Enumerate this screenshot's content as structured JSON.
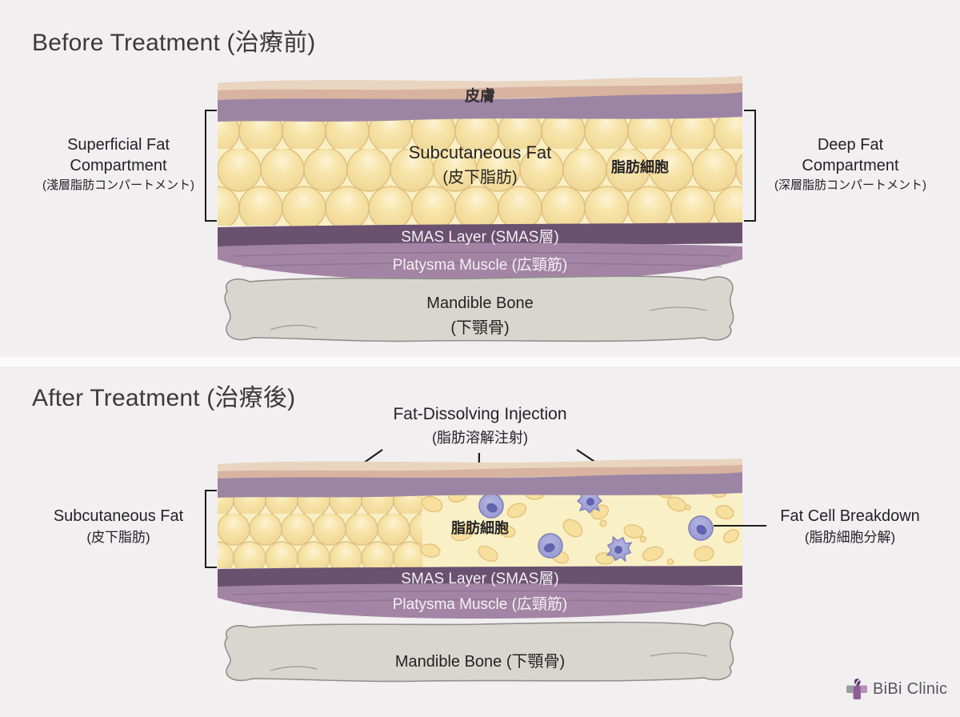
{
  "colors": {
    "page_bg": "#fcfbfb",
    "panel_bg": "#f1eff0",
    "title": "#3b393a",
    "label": "#242225",
    "ink": "#1c1c1c",
    "white_text": "#f5f0f5",
    "skin_tan": "#d7b3a0",
    "skin_tan_light": "#e9d5bf",
    "dermis": "#9c85a4",
    "fat_bg": "#f9f0c5",
    "fat_cell_hi": "#fdf4d6",
    "fat_cell": "#f7e4a8",
    "fat_cell_deep": "#efd694",
    "fat_cell_edge": "#e2c183",
    "smas": "#6a5170",
    "platysma": "#a384a4",
    "platysma_streak": "#815f83",
    "bone": "#d8d7cf",
    "bone_edge": "#908f8a",
    "immune": "#999bd1",
    "immune_hi": "#b3b4de",
    "immune_edge": "#7a7cc0",
    "immune_nucleus": "#6163ae",
    "blob": "#f7df9e",
    "blob_edge": "#e4bf77",
    "logo_text": "#56565b",
    "logo_gray": "#9b9ba3",
    "logo_mauve": "#b78fba",
    "logo_purple": "#8f5d95",
    "logo_dark": "#5f3f66"
  },
  "before": {
    "title": "Before Treatment (治療前)",
    "left_label": {
      "l1": "Superficial Fat",
      "l2": "Compartment",
      "l3": "(淺層脂肪コンパートメント)"
    },
    "right_label": {
      "l1": "Deep Fat",
      "l2": "Compartment",
      "l3": "(深層脂肪コンパートメント)"
    },
    "skin_label": "皮膚",
    "fat_label": {
      "l1": "Subcutaneous Fat",
      "l2": "(皮下脂肪)"
    },
    "fat_cell_label": "脂肪細胞",
    "smas_label": "SMAS Layer (SMAS層)",
    "platysma_label": "Platysma Muscle (広頸筋)",
    "bone_label": {
      "l1": "Mandible Bone",
      "l2": "(下顎骨)"
    }
  },
  "after": {
    "title": "After Treatment (治療後)",
    "injection_label": {
      "l1": "Fat-Dissolving Injection",
      "l2": "(脂肪溶解注射)"
    },
    "left_label": {
      "l1": "Subcutaneous Fat",
      "l2": "(皮下脂肪)"
    },
    "right_label": {
      "l1": "Fat Cell Breakdown",
      "l2": "(脂肪細胞分解)"
    },
    "fat_cell_label": "脂肪細胞",
    "smas_label": "SMAS Layer (SMAS層)",
    "platysma_label": "Platysma Muscle (広頸筋)",
    "bone_label": "Mandible Bone (下顎骨)"
  },
  "logo": {
    "text": "BiBi Clinic"
  }
}
